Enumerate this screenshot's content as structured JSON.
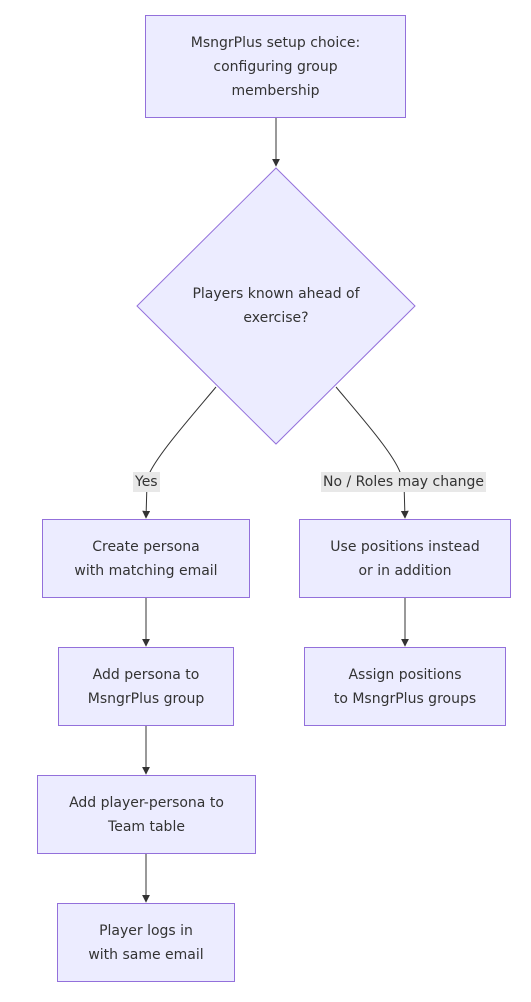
{
  "nodes": {
    "setup_choice": "MsngrPlus setup choice:\nconfiguring group\nmembership",
    "decision": "Players known ahead of\nexercise?",
    "create_persona": "Create persona\nwith matching email",
    "add_persona": "Add persona to\nMsngrPlus group",
    "add_player_persona": "Add player-persona to\nTeam table",
    "player_logs_in": "Player logs in\nwith same email",
    "use_positions": "Use positions instead\nor in addition",
    "assign_positions": "Assign positions\nto MsngrPlus groups"
  },
  "edges": {
    "yes": "Yes",
    "no": "No / Roles may change"
  },
  "colors": {
    "node_fill": "#ECECFF",
    "node_stroke": "#9370DB",
    "edge": "#333333",
    "label_bg": "#e8e8e8"
  }
}
